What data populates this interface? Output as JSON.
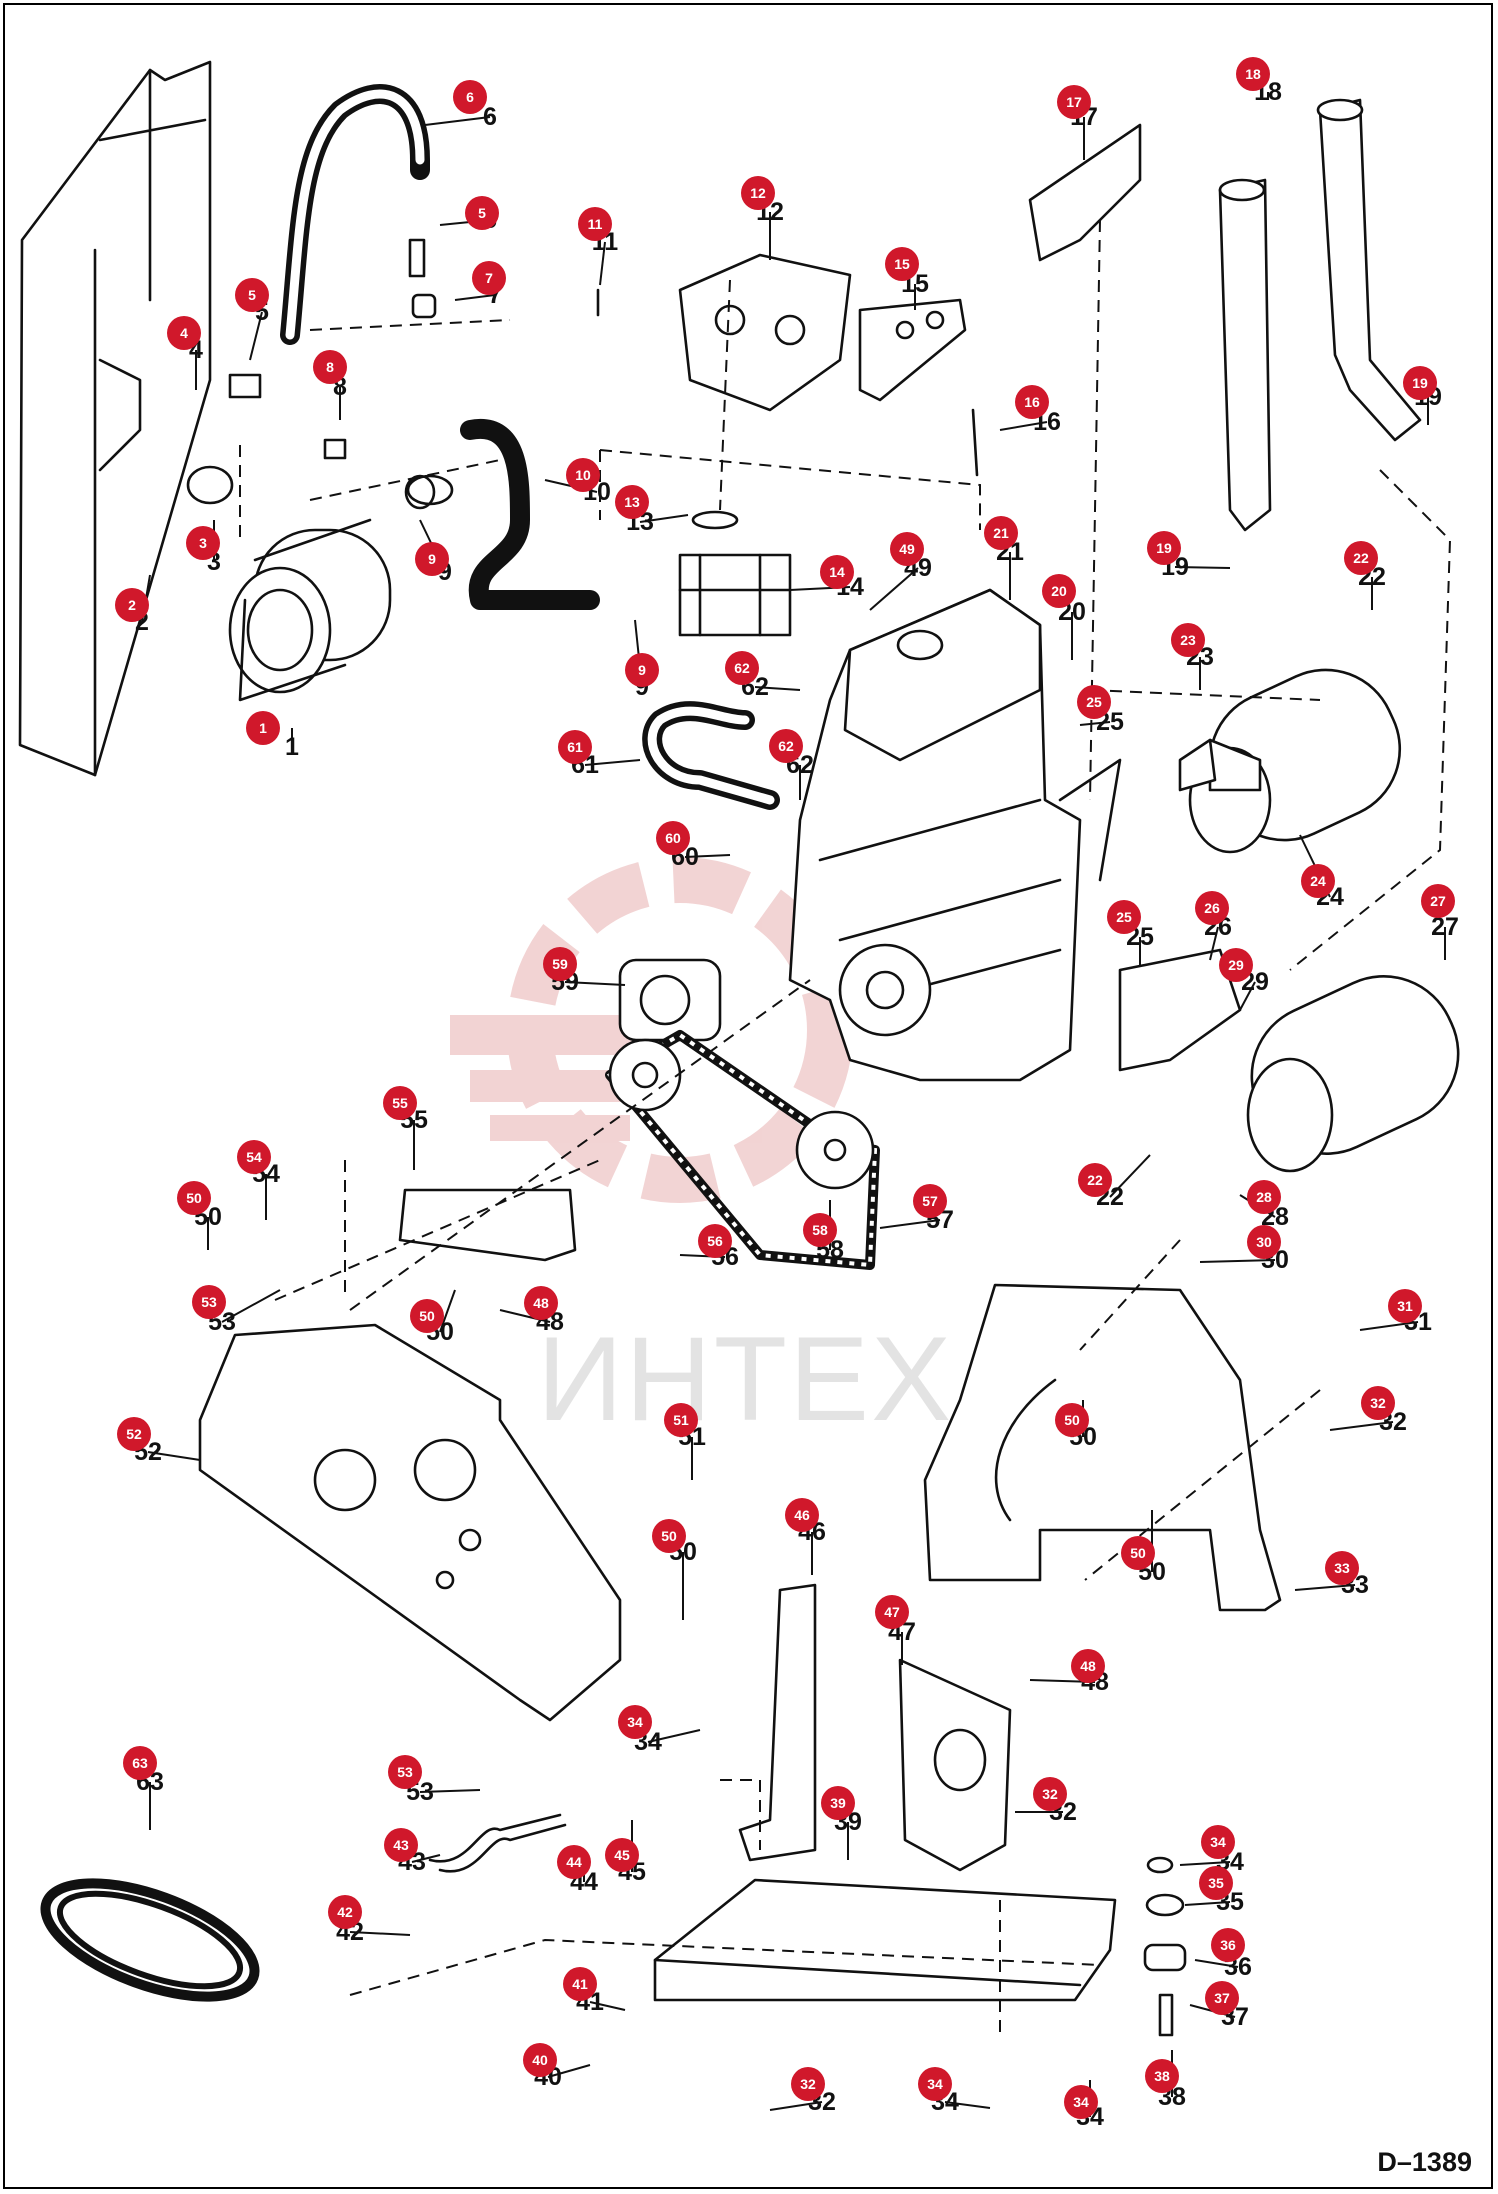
{
  "diagram_id": "D–1389",
  "watermark": {
    "text": "ИНТЕХ"
  },
  "colors": {
    "bubble": "#d0182b",
    "watermark_logo": "#e8b0b0"
  },
  "parts": [
    {
      "n": "1",
      "label": "1"
    },
    {
      "n": "2",
      "label": "2"
    },
    {
      "n": "3",
      "label": "3"
    },
    {
      "n": "4",
      "label": "4"
    },
    {
      "n": "5",
      "label": "5"
    },
    {
      "n": "5b",
      "label": "5"
    },
    {
      "n": "6",
      "label": "6"
    },
    {
      "n": "7",
      "label": "7"
    },
    {
      "n": "8",
      "label": "8"
    },
    {
      "n": "9",
      "label": "9"
    },
    {
      "n": "9b",
      "label": "9"
    },
    {
      "n": "10",
      "label": "10"
    },
    {
      "n": "11",
      "label": "11"
    },
    {
      "n": "12",
      "label": "12"
    },
    {
      "n": "13",
      "label": "13"
    },
    {
      "n": "14",
      "label": "14"
    },
    {
      "n": "15",
      "label": "15"
    },
    {
      "n": "16",
      "label": "16"
    },
    {
      "n": "17",
      "label": "17"
    },
    {
      "n": "18",
      "label": "18"
    },
    {
      "n": "19",
      "label": "19"
    },
    {
      "n": "19b",
      "label": "19"
    },
    {
      "n": "20",
      "label": "20"
    },
    {
      "n": "21",
      "label": "21"
    },
    {
      "n": "22",
      "label": "22"
    },
    {
      "n": "22b",
      "label": "22"
    },
    {
      "n": "23",
      "label": "23"
    },
    {
      "n": "24",
      "label": "24"
    },
    {
      "n": "25",
      "label": "25"
    },
    {
      "n": "25b",
      "label": "25"
    },
    {
      "n": "26",
      "label": "26"
    },
    {
      "n": "27",
      "label": "27"
    },
    {
      "n": "28",
      "label": "28"
    },
    {
      "n": "29",
      "label": "29"
    },
    {
      "n": "30",
      "label": "30"
    },
    {
      "n": "31",
      "label": "31"
    },
    {
      "n": "32",
      "label": "32"
    },
    {
      "n": "32b",
      "label": "32"
    },
    {
      "n": "32c",
      "label": "32"
    },
    {
      "n": "33",
      "label": "33"
    },
    {
      "n": "34",
      "label": "34"
    },
    {
      "n": "34b",
      "label": "34"
    },
    {
      "n": "34c",
      "label": "34"
    },
    {
      "n": "34d",
      "label": "34"
    },
    {
      "n": "35",
      "label": "35"
    },
    {
      "n": "36",
      "label": "36"
    },
    {
      "n": "37",
      "label": "37"
    },
    {
      "n": "38",
      "label": "38"
    },
    {
      "n": "39",
      "label": "39"
    },
    {
      "n": "40",
      "label": "40"
    },
    {
      "n": "41",
      "label": "41"
    },
    {
      "n": "42",
      "label": "42"
    },
    {
      "n": "43",
      "label": "43"
    },
    {
      "n": "44",
      "label": "44"
    },
    {
      "n": "45",
      "label": "45"
    },
    {
      "n": "46",
      "label": "46"
    },
    {
      "n": "47",
      "label": "47"
    },
    {
      "n": "48",
      "label": "48"
    },
    {
      "n": "48b",
      "label": "48"
    },
    {
      "n": "49",
      "label": "49"
    },
    {
      "n": "50",
      "label": "50"
    },
    {
      "n": "50b",
      "label": "50"
    },
    {
      "n": "50c",
      "label": "50"
    },
    {
      "n": "50d",
      "label": "50"
    },
    {
      "n": "50e",
      "label": "50"
    },
    {
      "n": "51",
      "label": "51"
    },
    {
      "n": "52",
      "label": "52"
    },
    {
      "n": "53",
      "label": "53"
    },
    {
      "n": "53b",
      "label": "53"
    },
    {
      "n": "54",
      "label": "54"
    },
    {
      "n": "55",
      "label": "55"
    },
    {
      "n": "56",
      "label": "56"
    },
    {
      "n": "57",
      "label": "57"
    },
    {
      "n": "58",
      "label": "58"
    },
    {
      "n": "59",
      "label": "59"
    },
    {
      "n": "60",
      "label": "60"
    },
    {
      "n": "61",
      "label": "61"
    },
    {
      "n": "62",
      "label": "62"
    },
    {
      "n": "62b",
      "label": "62"
    },
    {
      "n": "63",
      "label": "63"
    }
  ]
}
